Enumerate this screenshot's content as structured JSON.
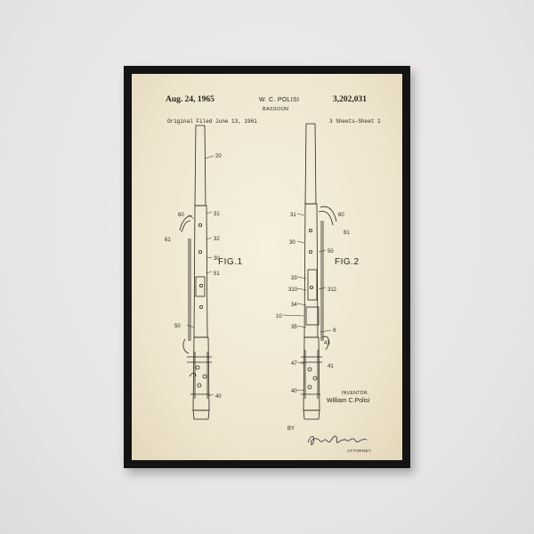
{
  "patent": {
    "date": "Aug. 24, 1965",
    "inventor_header": "W. C. POLISI",
    "number": "3,202,031",
    "subject": "BASSOON",
    "filed": "Original Filed June 13, 1961",
    "sheets": "3 Sheets-Sheet 1"
  },
  "figures": {
    "fig1_label": "FIG.1",
    "fig2_label": "FIG.2",
    "fig1_refs": [
      "20",
      "60",
      "61",
      "31",
      "32",
      "30",
      "51",
      "50",
      "40"
    ],
    "fig2_refs": [
      "31",
      "60",
      "61",
      "30",
      "50",
      "33",
      "310",
      "312",
      "34",
      "10",
      "35",
      "9",
      "43",
      "47",
      "41",
      "40"
    ]
  },
  "signature_block": {
    "inventor_caption": "INVENTOR.",
    "inventor_name": "William C.Polisi",
    "by": "BY",
    "attorney_caption": "ATTORNEY"
  },
  "colors": {
    "wall": "#e9e8e6",
    "frame": "#141414",
    "paper": "#f3ecda",
    "ink": "#2a2520"
  }
}
